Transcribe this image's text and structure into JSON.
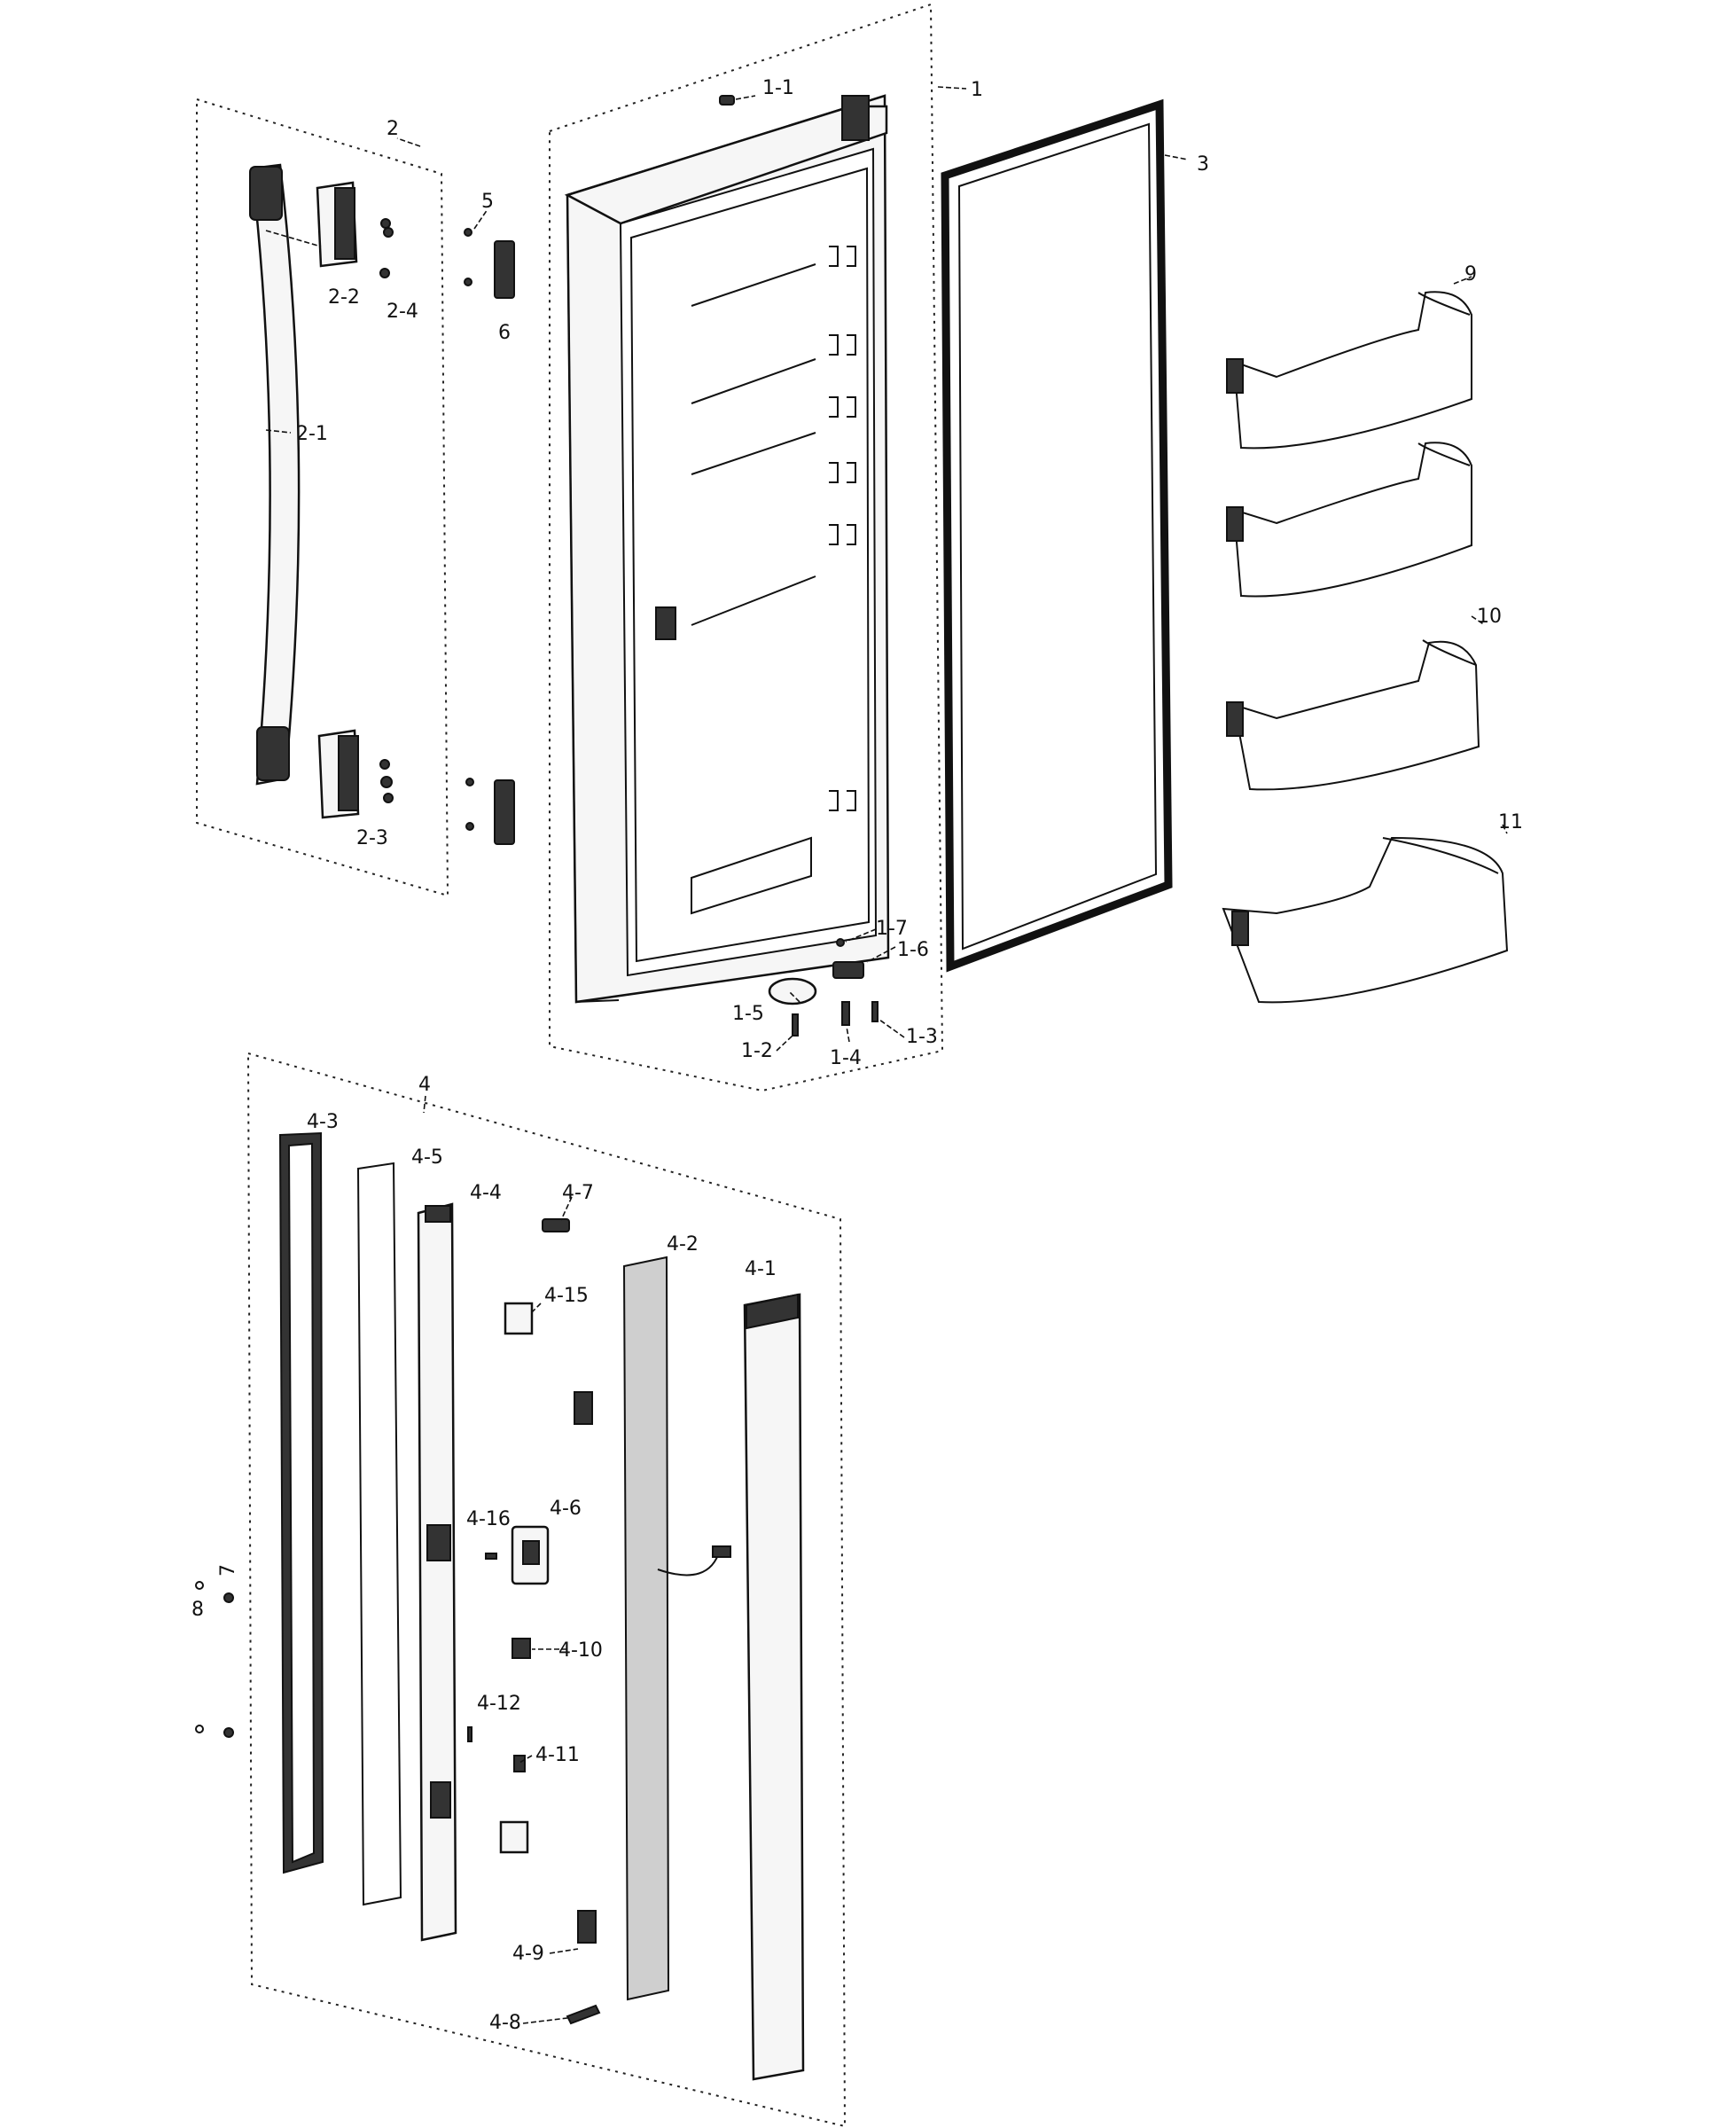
{
  "labels": {
    "p1": "1",
    "p1_1": "1-1",
    "p1_2": "1-2",
    "p1_3": "1-3",
    "p1_4": "1-4",
    "p1_5": "1-5",
    "p1_6": "1-6",
    "p1_7": "1-7",
    "p2": "2",
    "p2_1": "2-1",
    "p2_2": "2-2",
    "p2_3": "2-3",
    "p2_4": "2-4",
    "p3": "3",
    "p4": "4",
    "p4_1": "4-1",
    "p4_2": "4-2",
    "p4_3": "4-3",
    "p4_4": "4-4",
    "p4_5": "4-5",
    "p4_6": "4-6",
    "p4_7": "4-7",
    "p4_8": "4-8",
    "p4_9": "4-9",
    "p4_10": "4-10",
    "p4_11": "4-11",
    "p4_12": "4-12",
    "p4_15": "4-15",
    "p4_16": "4-16",
    "p5": "5",
    "p6": "6",
    "p7": "7",
    "p8": "8",
    "p9": "9",
    "p10": "10",
    "p11": "11"
  }
}
